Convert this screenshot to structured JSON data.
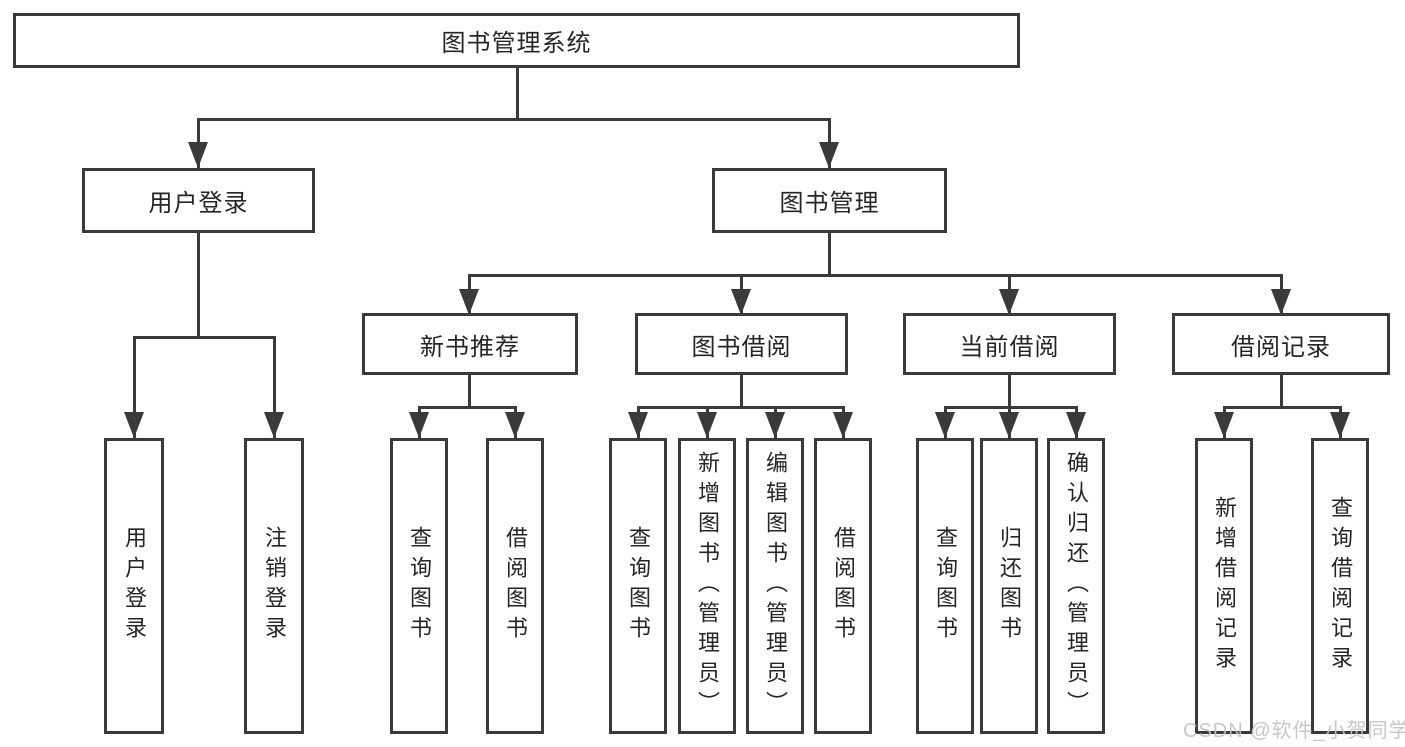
{
  "colors": {
    "line": "#3a3a3a",
    "text": "#262626",
    "box_fill": "#ffffff",
    "watermark": "#c3c3c3"
  },
  "diagram": {
    "root": {
      "label": "图书管理系统"
    },
    "branches": [
      {
        "label": "用户登录",
        "children": [
          {
            "label": "用户登录"
          },
          {
            "label": "注销登录"
          }
        ]
      },
      {
        "label": "图书管理",
        "children": [
          {
            "label": "新书推荐",
            "children": [
              {
                "label": "查询图书"
              },
              {
                "label": "借阅图书"
              }
            ]
          },
          {
            "label": "图书借阅",
            "children": [
              {
                "label": "查询图书"
              },
              {
                "label": "新增图书（管理员）"
              },
              {
                "label": "编辑图书（管理员）"
              },
              {
                "label": "借阅图书"
              }
            ]
          },
          {
            "label": "当前借阅",
            "children": [
              {
                "label": "查询图书"
              },
              {
                "label": "归还图书"
              },
              {
                "label": "确认归还（管理员）"
              }
            ]
          },
          {
            "label": "借阅记录",
            "children": [
              {
                "label": "新增借阅记录"
              },
              {
                "label": "查询借阅记录"
              }
            ]
          }
        ]
      }
    ]
  },
  "watermark": {
    "text": "CSDN @软件_小贺同学"
  }
}
